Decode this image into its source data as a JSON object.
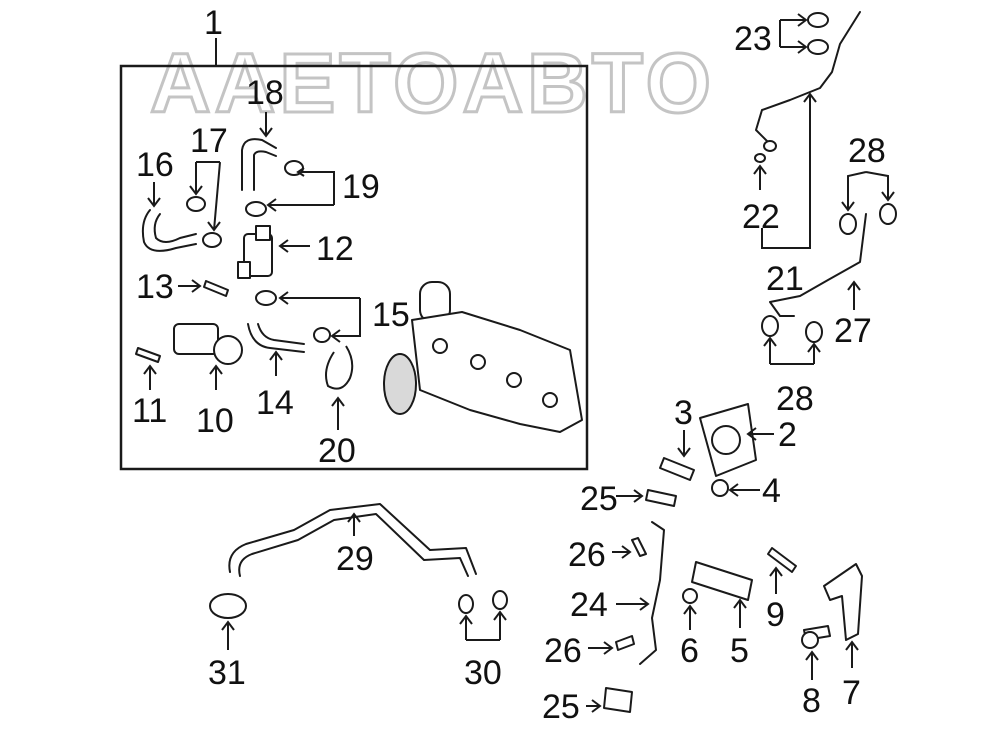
{
  "watermark": {
    "text": "AAETOABTO"
  },
  "callouts": {
    "c1": "1",
    "c2": "2",
    "c3": "3",
    "c4": "4",
    "c5": "5",
    "c6": "6",
    "c7": "7",
    "c8": "8",
    "c9": "9",
    "c10": "10",
    "c11": "11",
    "c12": "12",
    "c13": "13",
    "c14": "14",
    "c15": "15",
    "c16": "16",
    "c17": "17",
    "c18": "18",
    "c19": "19",
    "c20": "20",
    "c21": "21",
    "c22": "22",
    "c23": "23",
    "c24": "24",
    "c25a": "25",
    "c25b": "25",
    "c26a": "26",
    "c26b": "26",
    "c27": "27",
    "c28a": "28",
    "c28b": "28",
    "c29": "29",
    "c30": "30",
    "c31": "31"
  },
  "colors": {
    "ink": "#1a1a1a",
    "watermark": "#c4c4c4",
    "background": "#ffffff"
  }
}
